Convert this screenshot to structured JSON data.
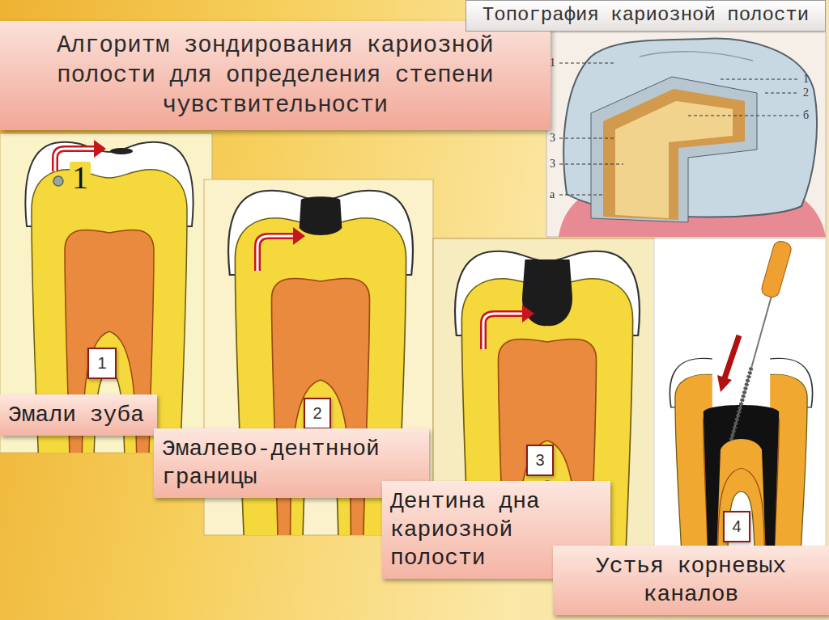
{
  "diagram": {
    "title": "Алгоритм зондирования кариозной полости для определения степени чувствительности",
    "nodes": [
      {
        "text": [
          "Топография кариозной полости"
        ]
      },
      {
        "text": [
          "1"
        ]
      },
      {
        "text": [
          "Эмали зуба"
        ]
      },
      {
        "text": [
          "2"
        ]
      },
      {
        "text": [
          "Эмалево-дентнной границы"
        ]
      },
      {
        "text": [
          "3"
        ]
      },
      {
        "text": [
          "Дентина дна кариозной полости"
        ]
      },
      {
        "text": [
          "4"
        ]
      },
      {
        "text": [
          "Устья корневых каналов"
        ]
      }
    ],
    "labels": [
      "1",
      "1",
      "2",
      "б",
      "3",
      "3",
      "а",
      "1"
    ]
  }
}
